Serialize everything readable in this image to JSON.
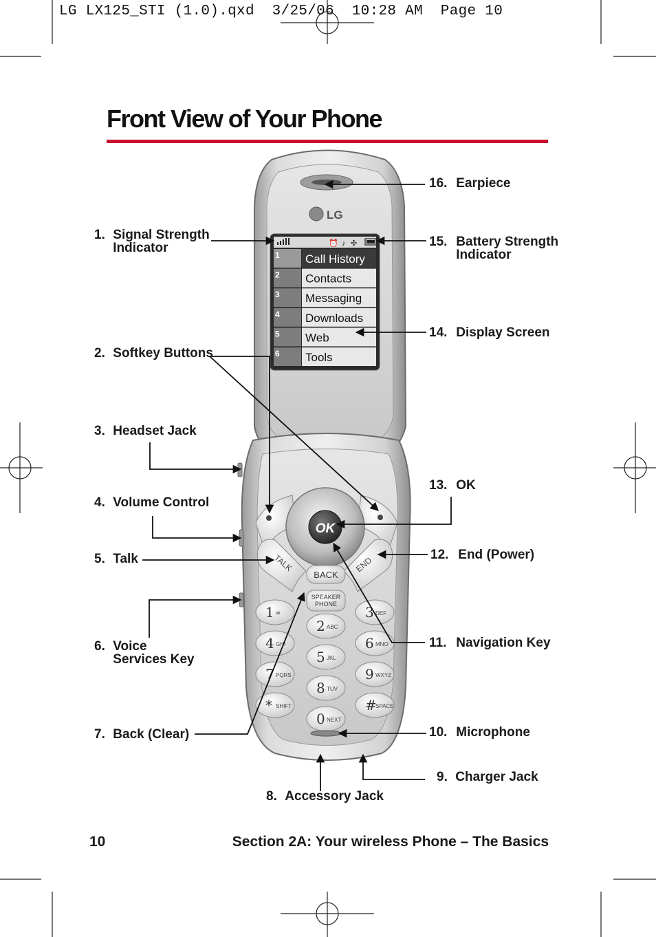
{
  "slug_line": "LG LX125_STI (1.0).qxd  3/25/06  10:28 AM  Page 10",
  "title": "Front View of Your Phone",
  "brand_color": "#c8102e",
  "callouts": {
    "c1": {
      "num": "1.",
      "label": "Signal Strength Indicator"
    },
    "c2": {
      "num": "2.",
      "label": "Softkey Buttons"
    },
    "c3": {
      "num": "3.",
      "label": "Headset Jack"
    },
    "c4": {
      "num": "4.",
      "label": "Volume Control"
    },
    "c5": {
      "num": "5.",
      "label": "Talk"
    },
    "c6": {
      "num": "6.",
      "label": "Voice Services Key"
    },
    "c7": {
      "num": "7.",
      "label": "Back (Clear)"
    },
    "c8": {
      "num": "8.",
      "label": "Accessory Jack"
    },
    "c9": {
      "num": "9.",
      "label": "Charger Jack"
    },
    "c10": {
      "num": "10.",
      "label": "Microphone"
    },
    "c11": {
      "num": "11.",
      "label": "Navigation Key"
    },
    "c12": {
      "num": "12.",
      "label": "End (Power)"
    },
    "c13": {
      "num": "13.",
      "label": "OK"
    },
    "c14": {
      "num": "14.",
      "label": "Display Screen"
    },
    "c15": {
      "num": "15.",
      "label": "Battery Strength Indicator"
    },
    "c16": {
      "num": "16.",
      "label": "Earpiece"
    }
  },
  "phone": {
    "brand": "LG",
    "menu": [
      {
        "n": "1",
        "label": "Call History"
      },
      {
        "n": "2",
        "label": "Contacts"
      },
      {
        "n": "3",
        "label": "Messaging"
      },
      {
        "n": "4",
        "label": "Downloads"
      },
      {
        "n": "5",
        "label": "Web"
      },
      {
        "n": "6",
        "label": "Tools"
      }
    ],
    "ok_label": "OK",
    "talk_label": "TALK",
    "end_label": "END",
    "back_label": "BACK",
    "speaker_line1": "SPEAKER",
    "speaker_line2": "PHONE",
    "keys": [
      {
        "d": "1",
        "s": "✉"
      },
      {
        "d": "2",
        "s": "ABC"
      },
      {
        "d": "3",
        "s": "DEF"
      },
      {
        "d": "4",
        "s": "GHI"
      },
      {
        "d": "5",
        "s": "JKL"
      },
      {
        "d": "6",
        "s": "MNO"
      },
      {
        "d": "7",
        "s": "PQRS"
      },
      {
        "d": "8",
        "s": "TUV"
      },
      {
        "d": "9",
        "s": "WXYZ"
      },
      {
        "d": "*",
        "s": "SHIFT"
      },
      {
        "d": "0",
        "s": "NEXT"
      },
      {
        "d": "#",
        "s": "SPACE"
      }
    ]
  },
  "footer": {
    "page_number": "10",
    "section": "Section 2A: Your wireless Phone – The Basics"
  }
}
